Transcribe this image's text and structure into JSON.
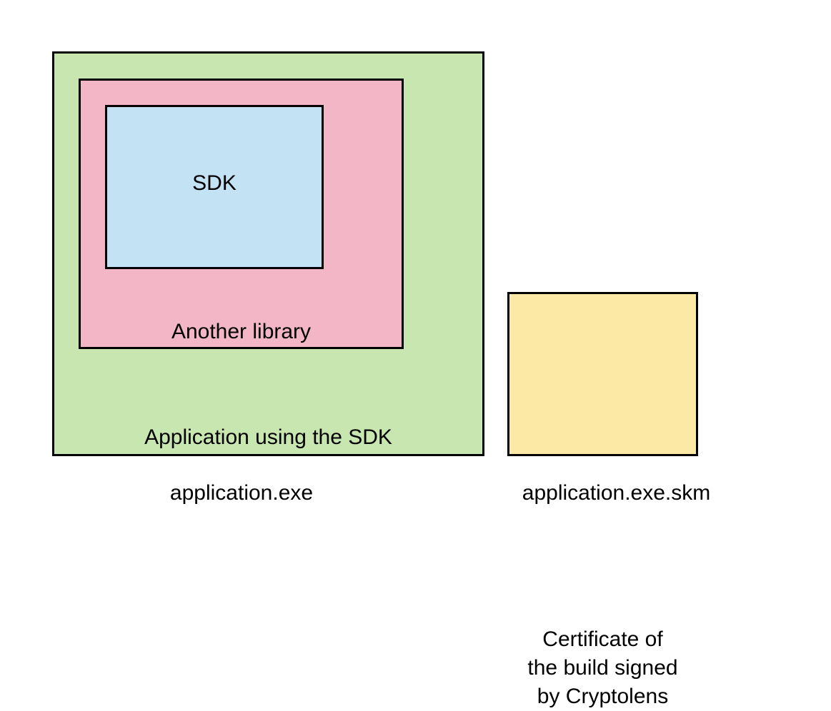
{
  "diagram": {
    "application_box": {
      "label": "Application using the SDK",
      "fill": "#c8e6b0"
    },
    "library_box": {
      "label": "Another library",
      "fill": "#f3b6c6"
    },
    "sdk_box": {
      "label": "SDK",
      "fill": "#c3e3f5"
    },
    "certificate_box": {
      "lines": [
        "Certificate of",
        "the build signed",
        "by Cryptolens"
      ],
      "fill": "#fde9a6"
    },
    "files": {
      "exe_name": "application.exe",
      "skm_name": "application.exe.skm"
    },
    "border_color": "#000000"
  }
}
